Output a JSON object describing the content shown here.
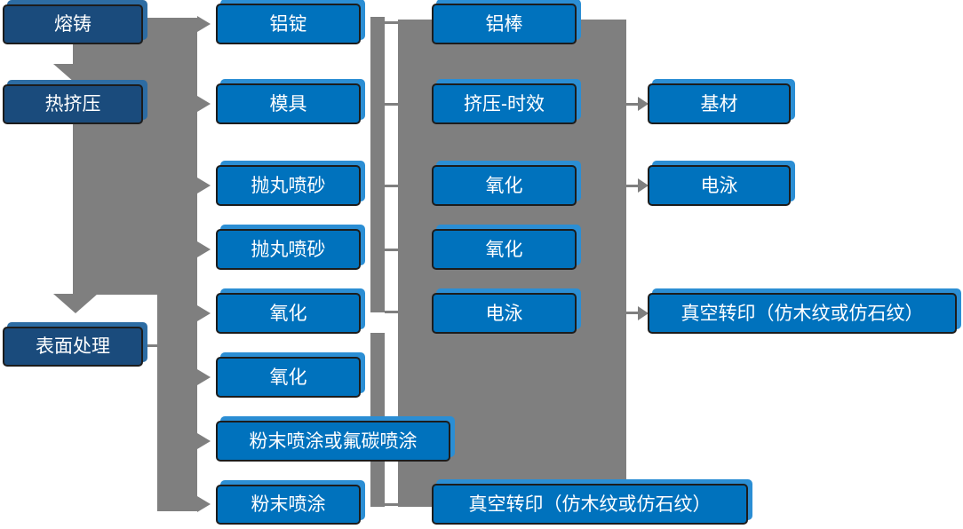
{
  "diagram_type": "process-flowchart",
  "language": "zh-CN",
  "colors": {
    "stage_box_fill": "#1a4b7c",
    "process_box_fill": "#0072bd",
    "process_box_underlay": "#2b8ed4",
    "stage_box_underlay": "#2d6ca3",
    "box_border": "#1c1c1c",
    "connector_gray": "#7f7f7f",
    "text": "#ffffff",
    "background": "#ffffff"
  },
  "nodes": {
    "melt": "熔铸",
    "hot_extrude": "热挤压",
    "surface_treat": "表面处理",
    "al_ingot": "铝锭",
    "mold": "模具",
    "shot_blast_1": "抛丸喷砂",
    "shot_blast_2": "抛丸喷砂",
    "oxidation_c2_1": "氧化",
    "oxidation_c2_2": "氧化",
    "powder_or_fluorocarbon": "粉末喷涂或氟碳喷涂",
    "powder_coating": "粉末喷涂",
    "al_rod": "铝棒",
    "extrude_aging": "挤压-时效",
    "oxidation_c3_1": "氧化",
    "oxidation_c3_2": "氧化",
    "electrophoresis_c3": "电泳",
    "vacuum_transfer_c3": "真空转印（仿木纹或仿石纹）",
    "substrate": "基材",
    "electrophoresis_c4": "电泳",
    "vacuum_transfer_c4": "真空转印（仿木纹或仿石纹）"
  },
  "columns": {
    "col1_stages": [
      "熔铸",
      "热挤压",
      "表面处理"
    ],
    "col2_processes": [
      "铝锭",
      "模具",
      "抛丸喷砂",
      "抛丸喷砂",
      "氧化",
      "氧化",
      "粉末喷涂或氟碳喷涂",
      "粉末喷涂"
    ],
    "col3_processes": [
      "铝棒",
      "挤压-时效",
      "氧化",
      "氧化",
      "电泳",
      "真空转印（仿木纹或仿石纹）"
    ],
    "col4_outputs": [
      "基材",
      "电泳",
      "真空转印（仿木纹或仿石纹）"
    ]
  },
  "edges": [
    {
      "from": "熔铸",
      "to": "热挤压",
      "style": "wide-down-arrow"
    },
    {
      "from": "热挤压",
      "to": "表面处理",
      "style": "wide-down-arrow"
    },
    {
      "from": "trunk",
      "to": "铝锭",
      "style": "right-arrow"
    },
    {
      "from": "trunk",
      "to": "模具",
      "style": "right-arrow"
    },
    {
      "from": "trunk",
      "to": "抛丸喷砂(1)",
      "style": "right-arrow"
    },
    {
      "from": "trunk",
      "to": "抛丸喷砂(2)",
      "style": "right-arrow"
    },
    {
      "from": "trunk",
      "to": "氧化(列2-1)",
      "style": "right-arrow"
    },
    {
      "from": "trunk",
      "to": "氧化(列2-2)",
      "style": "right-arrow"
    },
    {
      "from": "trunk",
      "to": "粉末喷涂或氟碳喷涂",
      "style": "right-arrow"
    },
    {
      "from": "trunk",
      "to": "粉末喷涂",
      "style": "right-arrow"
    },
    {
      "from": "铝锭",
      "to": "铝棒",
      "style": "tie-line"
    },
    {
      "from": "模具",
      "to": "挤压-时效",
      "style": "tie-line"
    },
    {
      "from": "抛丸喷砂(1)",
      "to": "氧化(列3-1)",
      "style": "tie-line"
    },
    {
      "from": "抛丸喷砂(2)",
      "to": "氧化(列3-2)",
      "style": "tie-line"
    },
    {
      "from": "氧化(列2-1)",
      "to": "电泳(列3)",
      "style": "tie-line"
    },
    {
      "from": "粉末喷涂",
      "to": "真空转印（仿木纹或仿石纹）(列3)",
      "style": "tie-line"
    },
    {
      "from": "挤压-时效",
      "to": "基材",
      "style": "right-arrow"
    },
    {
      "from": "氧化(列3-1)",
      "to": "电泳(列4)",
      "style": "right-arrow"
    },
    {
      "from": "电泳(列3)",
      "to": "真空转印（仿木纹或仿石纹）(列4)",
      "style": "right-arrow"
    }
  ]
}
